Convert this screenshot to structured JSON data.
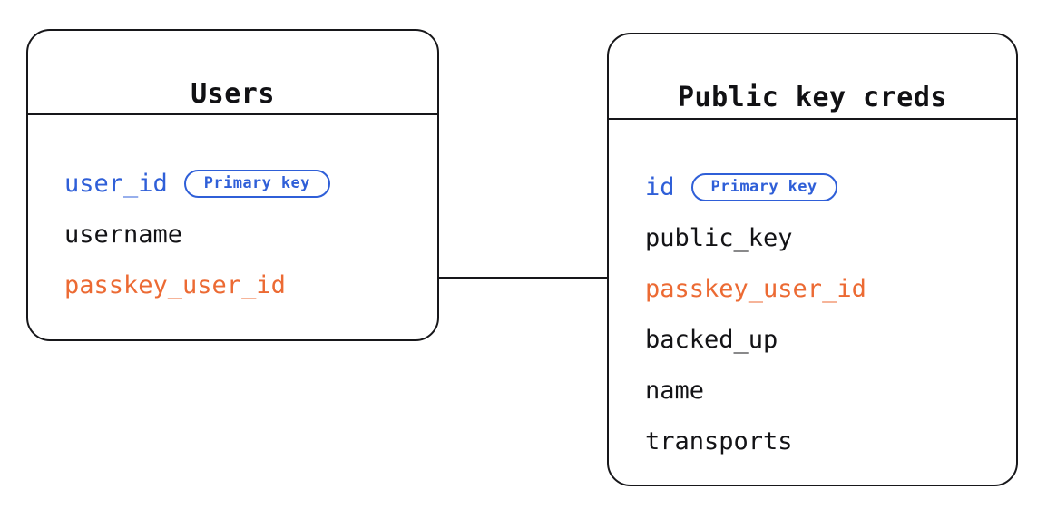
{
  "diagram": {
    "type": "entity-relationship-diagram",
    "background_color": "#ffffff",
    "colors": {
      "border": "#17171a",
      "text": "#131316",
      "primary_key": "#2f5fd8",
      "foreign_key": "#ec6a33"
    },
    "entities": [
      {
        "id": "users",
        "title": "Users",
        "fields": [
          {
            "name": "user_id",
            "role": "primary",
            "badge": "Primary key"
          },
          {
            "name": "username",
            "role": "plain",
            "badge": null
          },
          {
            "name": "passkey_user_id",
            "role": "foreign",
            "badge": null
          }
        ]
      },
      {
        "id": "public-key-creds",
        "title": "Public key creds",
        "fields": [
          {
            "name": "id",
            "role": "primary",
            "badge": "Primary key"
          },
          {
            "name": "public_key",
            "role": "plain",
            "badge": null
          },
          {
            "name": "passkey_user_id",
            "role": "foreign",
            "badge": null
          },
          {
            "name": "backed_up",
            "role": "plain",
            "badge": null
          },
          {
            "name": "name",
            "role": "plain",
            "badge": null
          },
          {
            "name": "transports",
            "role": "plain",
            "badge": null
          }
        ]
      }
    ],
    "relationships": [
      {
        "from_entity": "users",
        "from_field": "passkey_user_id",
        "to_entity": "public-key-creds",
        "to_field": "passkey_user_id",
        "style": "solid-line"
      }
    ]
  }
}
